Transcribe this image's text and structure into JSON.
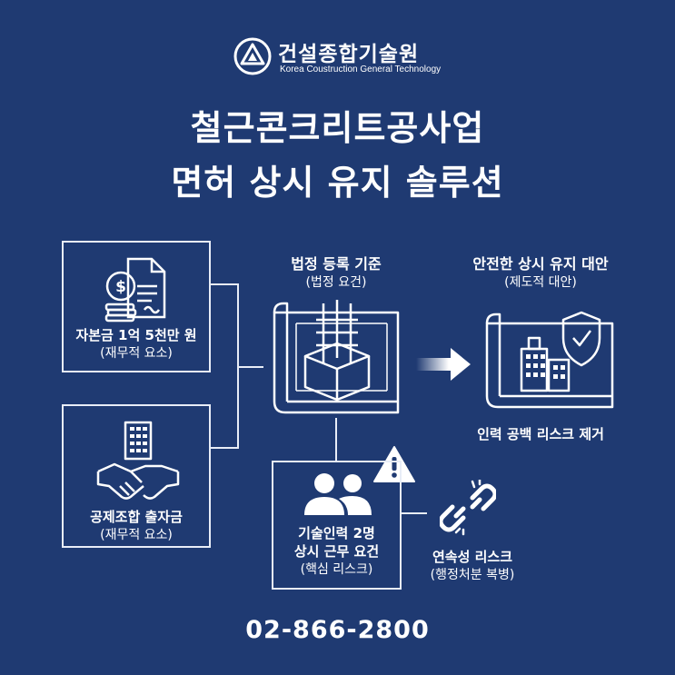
{
  "header": {
    "logo_name": "건설종합기술원",
    "logo_subtitle": "Korea Coustruction General Technology"
  },
  "title": {
    "line1": "철근콘크리트공사업",
    "line2": "면허 상시 유지 솔루션"
  },
  "left_top": {
    "title": "자본금 1억 5천만 원",
    "subtitle": "(재무적 요소)",
    "icon": "money-document-icon"
  },
  "left_bottom": {
    "title": "공제조합 출자금",
    "subtitle": "(재무적 요소)",
    "icon": "building-handshake-icon"
  },
  "center_top": {
    "title": "법정 등록 기준",
    "subtitle": "(법정 요건)",
    "icon": "rebar-blueprint-icon"
  },
  "center_bottom": {
    "line1": "기술인력 2명",
    "line2": "상시 근무 요건",
    "subtitle": "(핵심 리스크)",
    "icon": "people-icon"
  },
  "warning": {
    "icon": "warning-icon"
  },
  "arrow": {
    "icon": "arrow-right-icon"
  },
  "right_top": {
    "title": "안전한 상시 유지 대안",
    "subtitle": "(제도적 대안)",
    "caption": "인력 공백 리스크 제거",
    "icon": "shield-building-icon"
  },
  "right_bottom": {
    "title": "연속성 리스크",
    "subtitle": "(행정처분 복병)",
    "icon": "broken-chain-icon"
  },
  "footer": {
    "phone": "02-866-2800"
  },
  "colors": {
    "background": "#1f3a72",
    "foreground": "#ffffff",
    "warning_bg": "#ffffff"
  }
}
